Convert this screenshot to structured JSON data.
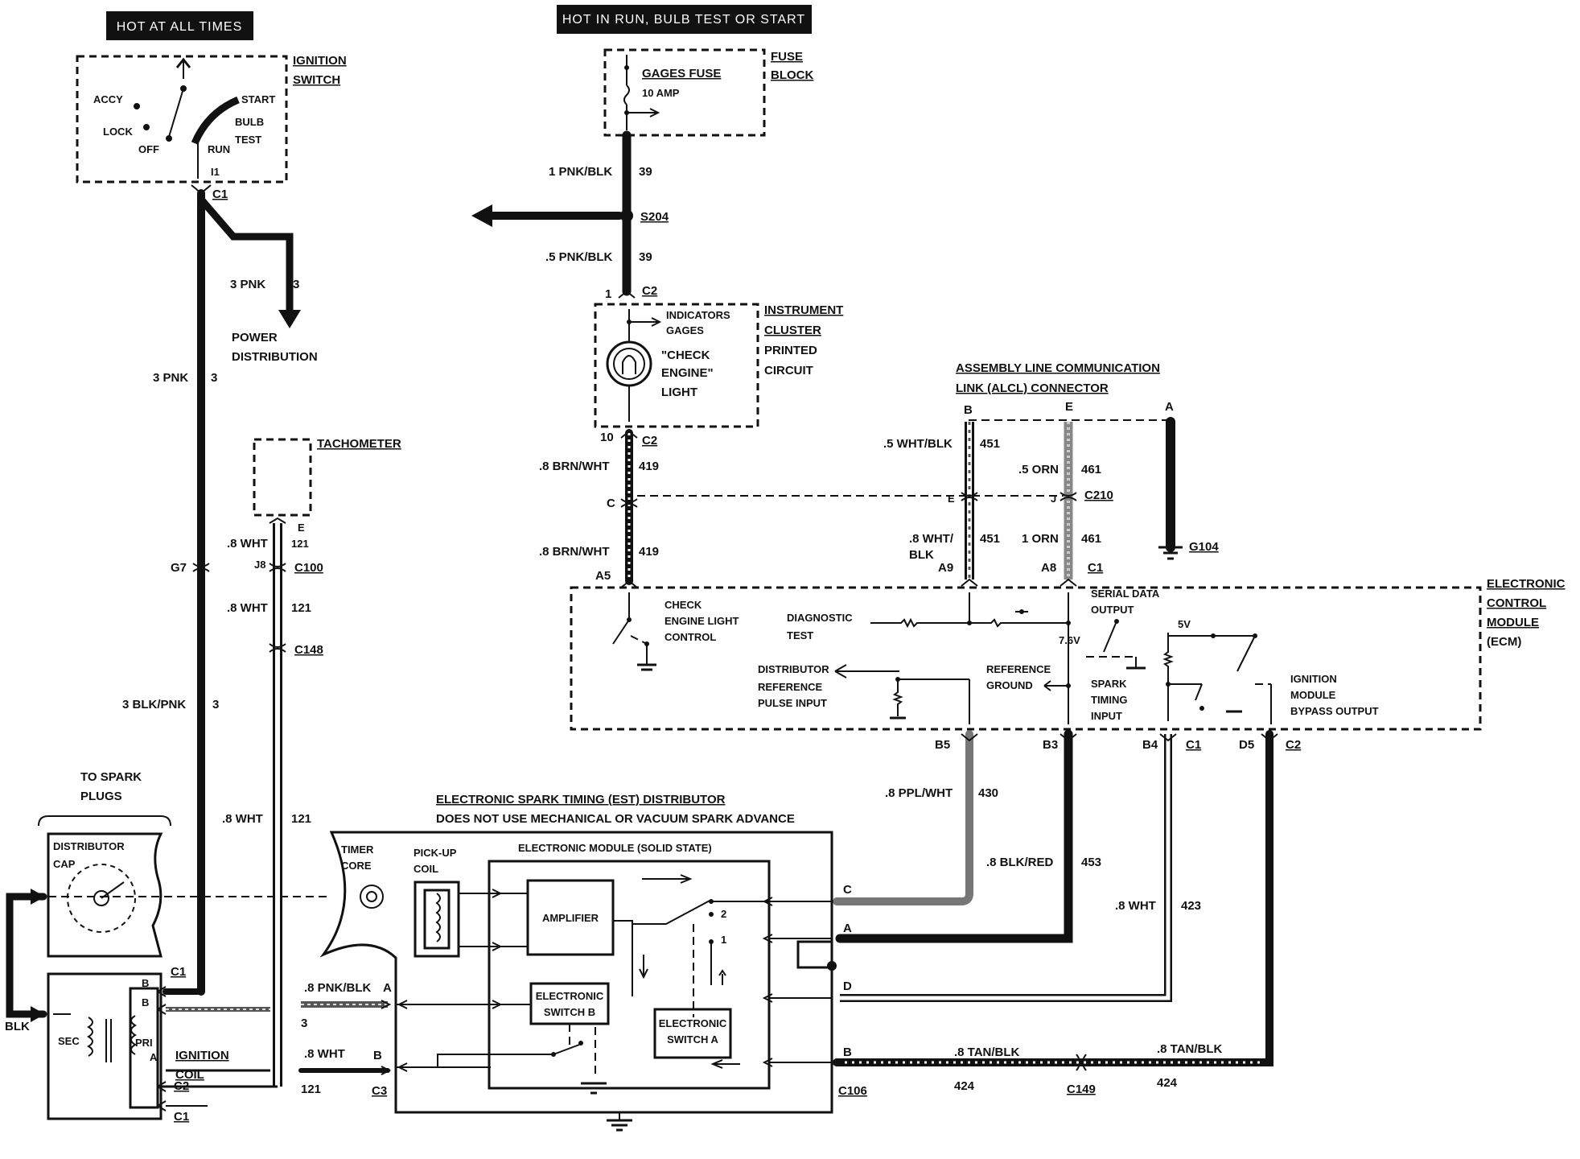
{
  "headers": {
    "hot_always": "HOT AT ALL TIMES",
    "hot_run": "HOT IN RUN, BULB TEST OR START"
  },
  "ignition_switch": {
    "title_1": "IGNITION",
    "title_2": "SWITCH",
    "positions": [
      "ACCY",
      "LOCK",
      "OFF",
      "START",
      "BULB",
      "TEST",
      "RUN"
    ],
    "terminal": "I1",
    "connector": "C1"
  },
  "fuse_block": {
    "title_1": "FUSE",
    "title_2": "BLOCK",
    "fuse_name": "GAGES FUSE",
    "fuse_rating": "10 AMP"
  },
  "splice": "S204",
  "instrument_cluster": {
    "title_1": "INSTRUMENT",
    "title_2": "CLUSTER",
    "title_3": "PRINTED",
    "title_4": "CIRCUIT",
    "indicators": "INDICATORS",
    "gages": "GAGES",
    "lamp_1": "\"CHECK",
    "lamp_2": "ENGINE\"",
    "lamp_3": "LIGHT",
    "pin_top": "1",
    "pin_bottom": "10",
    "connector": "C2"
  },
  "alcl": {
    "title_1": "ASSEMBLY LINE COMMUNICATION",
    "title_2": "LINK (ALCL) CONNECTOR",
    "pins": [
      "B",
      "E",
      "A"
    ],
    "ground": "G104"
  },
  "ecm": {
    "title_1": "ELECTRONIC",
    "title_2": "CONTROL",
    "title_3": "MODULE",
    "title_4": "(ECM)",
    "check_engine_1": "CHECK",
    "check_engine_2": "ENGINE LIGHT",
    "check_engine_3": "CONTROL",
    "diag_1": "DIAGNOSTIC",
    "diag_2": "TEST",
    "serial_1": "SERIAL DATA",
    "serial_2": "OUTPUT",
    "volt_76": "7.6V",
    "volt_5": "5V",
    "dist_1": "DISTRIBUTOR",
    "dist_2": "REFERENCE",
    "dist_3": "PULSE INPUT",
    "ref_1": "REFERENCE",
    "ref_2": "GROUND",
    "spark_1": "SPARK",
    "spark_2": "TIMING",
    "spark_3": "INPUT",
    "ign_1": "IGNITION",
    "ign_2": "MODULE",
    "ign_3": "BYPASS OUTPUT",
    "pins_top": [
      "A5",
      "A9",
      "A8"
    ],
    "conn_top": "C1",
    "pins_bottom": [
      "B5",
      "B3",
      "B4",
      "D5"
    ],
    "conn_bottom_1": "C1",
    "conn_bottom_2": "C2"
  },
  "power": {
    "wire": "3 PNK",
    "circuit": "3",
    "dest_1": "POWER",
    "dest_2": "DISTRIBUTION"
  },
  "tachometer": "TACHOMETER",
  "wires": [
    {
      "gauge": "1 PNK/BLK",
      "circuit": "39"
    },
    {
      "gauge": ".5 PNK/BLK",
      "circuit": "39"
    },
    {
      "gauge": ".8 BRN/WHT",
      "circuit": "419"
    },
    {
      "gauge": ".8 BRN/WHT",
      "circuit": "419"
    },
    {
      "gauge": ".5 WHT/BLK",
      "circuit": "451"
    },
    {
      "gauge": ".5 ORN",
      "circuit": "461"
    },
    {
      "gauge": ".8 WHT/",
      "gauge_2": "BLK",
      "circuit": "451"
    },
    {
      "gauge": "1 ORN",
      "circuit": "461"
    },
    {
      "gauge": "3 PNK",
      "circuit": "3"
    },
    {
      "gauge": ".8 WHT",
      "circuit": "121"
    },
    {
      "gauge": ".8 WHT",
      "circuit": "121"
    },
    {
      "gauge": "3 BLK/PNK",
      "circuit": "3"
    },
    {
      "gauge": ".8 WHT",
      "circuit": "121"
    },
    {
      "gauge": ".8 PPL/WHT",
      "circuit": "430"
    },
    {
      "gauge": ".8 BLK/RED",
      "circuit": "453"
    },
    {
      "gauge": ".8 WHT",
      "circuit": "423"
    },
    {
      "gauge": ".8 PNK/BLK",
      "circuit": "3"
    },
    {
      "gauge": ".8 WHT",
      "circuit": "121"
    },
    {
      "gauge": ".8 TAN/BLK",
      "circuit": "424"
    },
    {
      "gauge": ".8 TAN/BLK",
      "circuit": "424"
    }
  ],
  "connectors": {
    "c2_cluster_c": "C",
    "c210": "C210",
    "c210_e": "E",
    "c210_j": "J",
    "g7": "G7",
    "j8": "J8",
    "c100": "C100",
    "c148": "C148",
    "tach_e": "E",
    "c149": "C149",
    "c106": "C106",
    "c3": "C3"
  },
  "spark_plugs": {
    "line_1": "TO SPARK",
    "line_2": "PLUGS"
  },
  "distributor_cap": {
    "line_1": "DISTRIBUTOR",
    "line_2": "CAP"
  },
  "ignition_coil": {
    "line_1": "IGNITION",
    "line_2": "COIL",
    "sec": "SEC",
    "pri": "PRI",
    "blk": "BLK",
    "pins": [
      "B",
      "B",
      "A"
    ],
    "c1": "C1",
    "c2": "C2",
    "c1b": "C1"
  },
  "est": {
    "title_1": "ELECTRONIC SPARK TIMING (EST) DISTRIBUTOR",
    "title_2": "DOES NOT USE MECHANICAL OR VACUUM SPARK ADVANCE",
    "timer_1": "TIMER",
    "timer_2": "CORE",
    "pickup_1": "PICK-UP",
    "pickup_2": "COIL",
    "module": "ELECTRONIC MODULE (SOLID STATE)",
    "amplifier": "AMPLIFIER",
    "sw_b_1": "ELECTRONIC",
    "sw_b_2": "SWITCH B",
    "sw_a_1": "ELECTRONIC",
    "sw_a_2": "SWITCH A",
    "pos_2": "2",
    "pos_1": "1",
    "pins_right": [
      "C",
      "A",
      "D",
      "B"
    ],
    "pins_left": [
      "A",
      "B"
    ]
  }
}
